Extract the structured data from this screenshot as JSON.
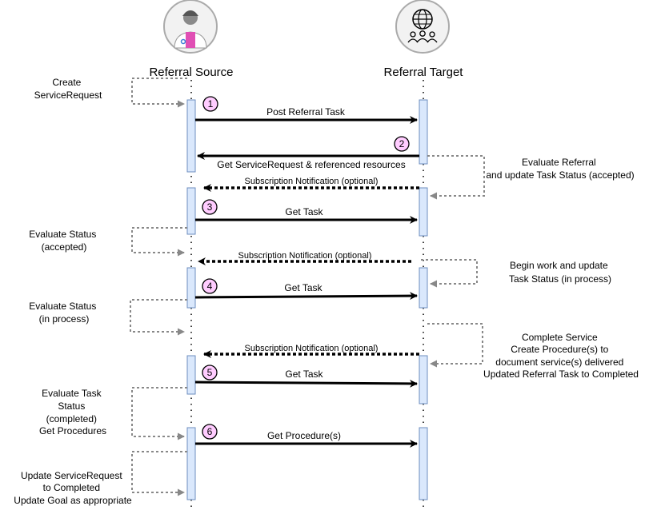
{
  "participants": {
    "source": "Referral Source",
    "target": "Referral Target",
    "source_icon": "doctor-icon",
    "target_icon": "globe-people-icon"
  },
  "messages": [
    {
      "text": "Post Referral Task",
      "num": "1"
    },
    {
      "text": "Get ServiceRequest & referenced resources",
      "num": "2"
    },
    {
      "text": "Subscription Notification (optional)"
    },
    {
      "text": "Get Task",
      "num": "3"
    },
    {
      "text": "Subscription Notification (optional)"
    },
    {
      "text": "Get Task",
      "num": "4"
    },
    {
      "text": "Subscription Notification (optional)"
    },
    {
      "text": "Get Task",
      "num": "5"
    },
    {
      "text": "Get Procedure(s)",
      "num": "6"
    }
  ],
  "left_notes": [
    [
      "Create",
      "ServiceRequest"
    ],
    [
      "Evaluate Status",
      "(accepted)"
    ],
    [
      "Evaluate Status",
      "(in process)"
    ],
    [
      "Evaluate Task",
      "Status",
      "(completed)",
      "Get Procedures"
    ],
    [
      "Update ServiceRequest",
      "to Completed",
      "Update Goal as appropriate"
    ]
  ],
  "right_notes": [
    [
      "Evaluate Referral",
      "and update Task Status (accepted)"
    ],
    [
      "Begin work and update",
      "Task Status (in process)"
    ],
    [
      "Complete Service",
      "Create Procedure(s) to",
      "document service(s) delivered",
      "Updated Referral Task to Completed"
    ]
  ],
  "colors": {
    "activation_fill": "#dae8fc",
    "activation_stroke": "#6c8ebf",
    "step_circle_fill": "#ffccff",
    "self_arrow": "#888888"
  }
}
